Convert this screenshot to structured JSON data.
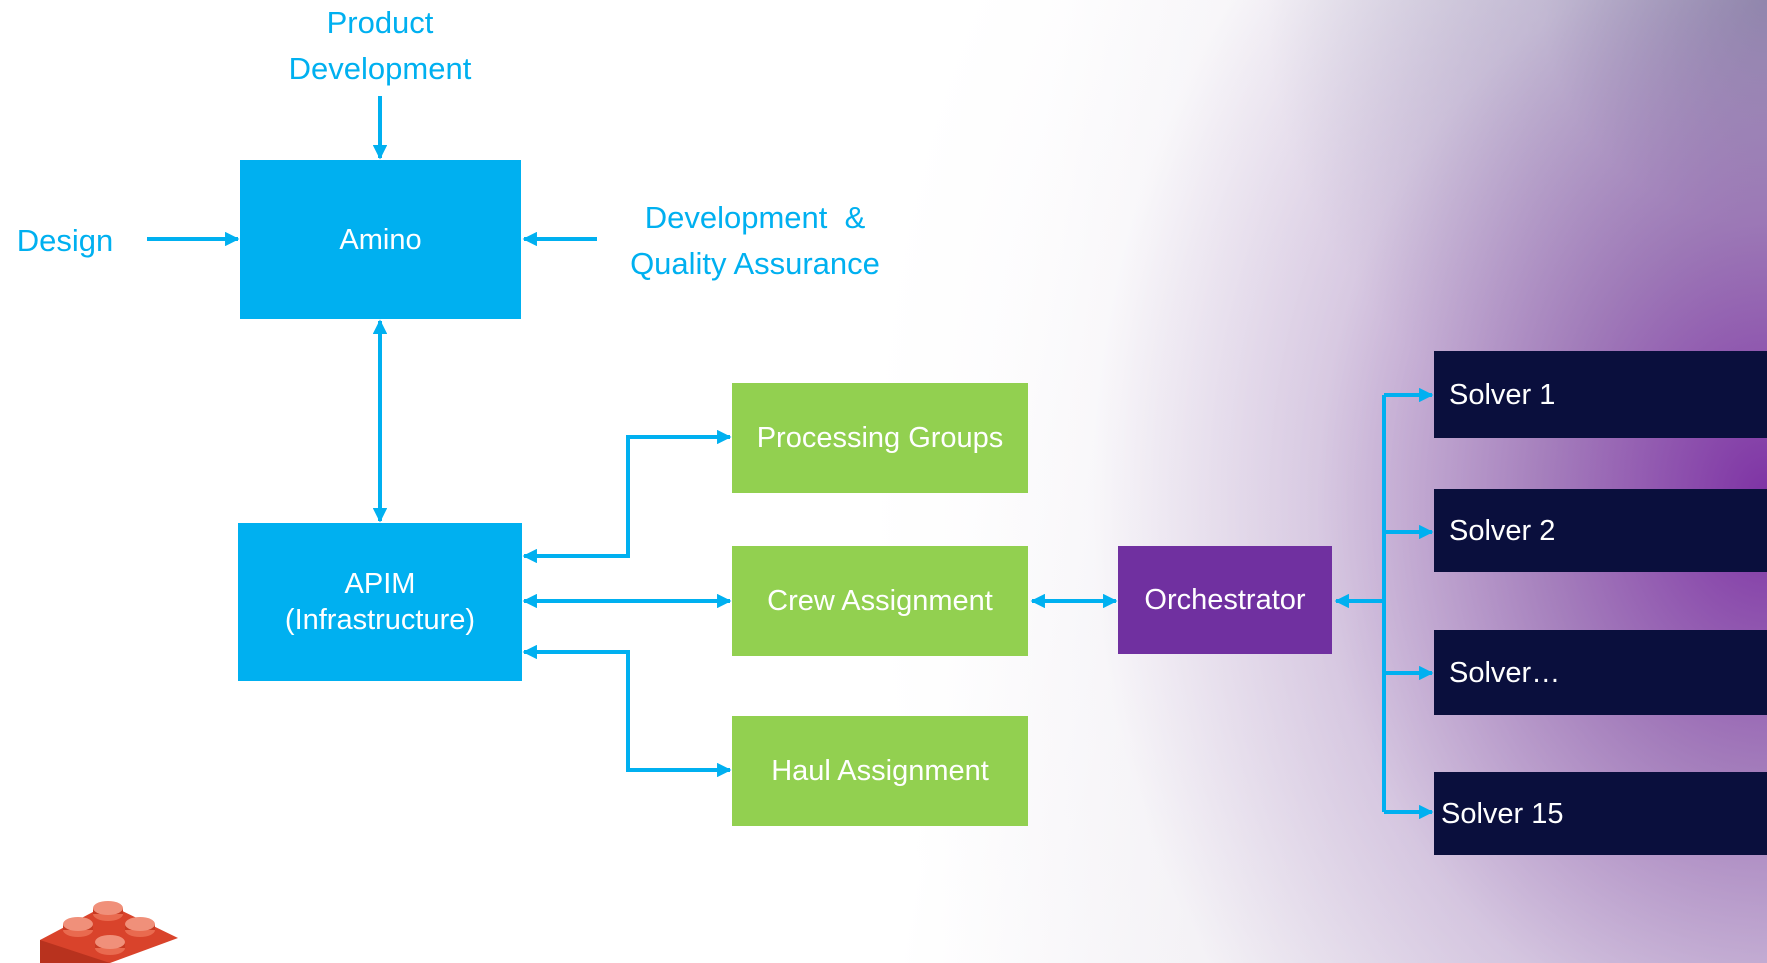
{
  "colors": {
    "accent_blue": "#00b0f0",
    "green": "#92d050",
    "purple": "#7030a0",
    "navy": "#0a0f3d"
  },
  "inputs": {
    "product_development": [
      "Product",
      "Development"
    ],
    "design": "Design",
    "development_qa": [
      "Development  &",
      "Quality Assurance"
    ]
  },
  "nodes": {
    "amino": "Amino",
    "apim": [
      "APIM",
      "(Infrastructure)"
    ],
    "processing_groups": "Processing Groups",
    "crew_assignment": "Crew Assignment",
    "haul_assignment": "Haul Assignment",
    "orchestrator": "Orchestrator",
    "solvers": [
      "Solver 1",
      "Solver 2",
      "Solver…",
      "Solver 15"
    ]
  },
  "icons": {
    "logo": "lego-brick-icon"
  }
}
